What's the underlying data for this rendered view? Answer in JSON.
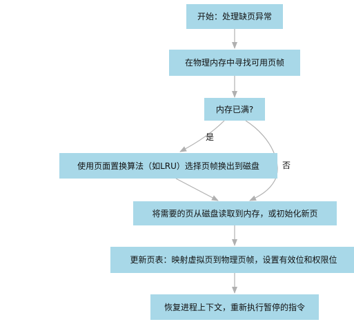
{
  "nodes": {
    "start": "开始：处理缺页异常",
    "find_free": "在物理内存中寻找可用页帧",
    "memory_full": "内存已满?",
    "replace": "使用页面置换算法（如LRU）选择页帧换出到磁盘",
    "load_page": "将需要的页从磁盘读取到内存，或初始化新页",
    "update_table": "更新页表：映射虚拟页到物理页帧，设置有效位和权限位",
    "resume": "恢复进程上下文，重新执行暂停的指令"
  },
  "edges": {
    "yes_label": "是",
    "no_label": "否"
  },
  "colors": {
    "node_fill": "#a8d8e8",
    "edge": "#b0b0b0"
  }
}
